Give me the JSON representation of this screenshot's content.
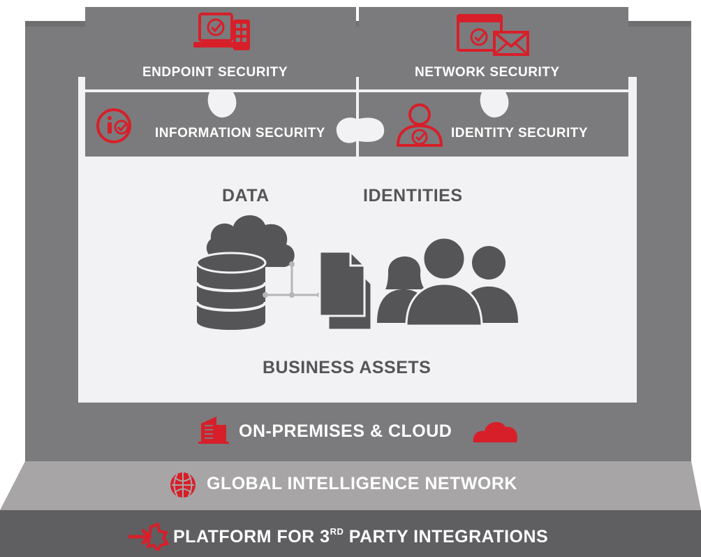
{
  "tiles": {
    "endpoint": "ENDPOINT SECURITY",
    "network": "NETWORK SECURITY",
    "information": "INFORMATION SECURITY",
    "identity": "IDENTITY SECURITY"
  },
  "assets": {
    "data": "DATA",
    "identities": "IDENTITIES",
    "business": "BUSINESS ASSETS"
  },
  "bands": {
    "premises": "ON-PREMISES & CLOUD",
    "global": "GLOBAL INTELLIGENCE NETWORK",
    "platform_before": "PLATFORM FOR 3",
    "platform_sup": "RD",
    "platform_after": " PARTY INTEGRATIONS"
  },
  "icons": {
    "endpoint": "laptop-phone-check-icon",
    "network": "browser-envelope-check-icon",
    "information": "info-check-icon",
    "identity": "user-check-icon",
    "premises_left": "building-icon",
    "premises_right": "cloud-icon",
    "global": "globe-icon",
    "platform": "integration-arrow-icon",
    "data": "cloud-database-icon",
    "documents": "documents-icon",
    "people": "people-group-icon"
  },
  "colors": {
    "accent": "#d71f2a",
    "frame": "#7b7b7d",
    "frame_dark": "#5e5e60",
    "tile": "#7b7b7d",
    "global_band": "#a7a5a6",
    "platform_band": "#5f5f61",
    "asset_gray": "#555557",
    "inner_panel": "#f2f2f4"
  }
}
